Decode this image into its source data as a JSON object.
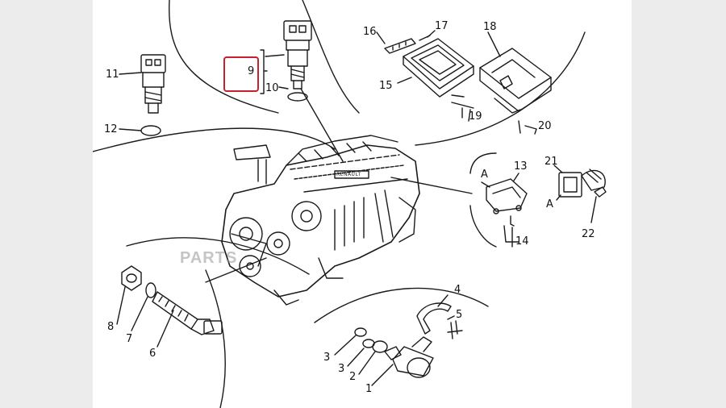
{
  "callouts": {
    "c1": "1",
    "c2": "2",
    "c3a": "3",
    "c3b": "3",
    "c4": "4",
    "c5": "5",
    "c6": "6",
    "c7": "7",
    "c8": "8",
    "c9": "9",
    "c10": "10",
    "c11": "11",
    "c12": "12",
    "c13": "13",
    "c14": "14",
    "c15": "15",
    "c16": "16",
    "c17": "17",
    "c18": "18",
    "c19": "19",
    "c20": "20",
    "c21": "21",
    "c22": "22",
    "cA1": "A",
    "cA2": "A"
  },
  "engine_plate": "RENAULT",
  "watermark": "PARTS",
  "highlight_color": "#c8202e"
}
